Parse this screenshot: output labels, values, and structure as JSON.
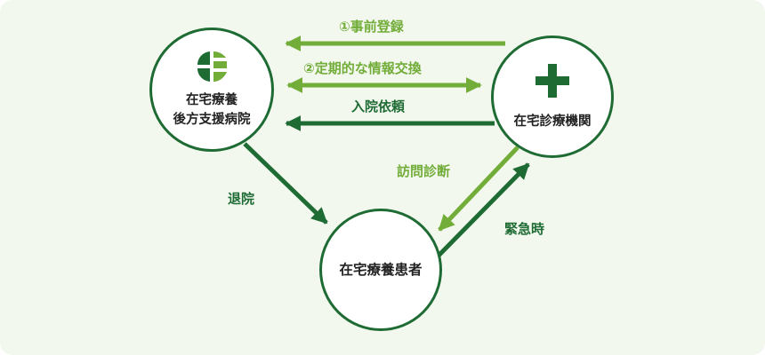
{
  "colors": {
    "dark_green": "#1e6b34",
    "light_green": "#72ad3a",
    "background": "#f3f8ee"
  },
  "nodes": {
    "left": {
      "line1": "在宅療養",
      "line2": "後方支援病院",
      "icon": "hospital-logo-icon"
    },
    "right": {
      "label": "在宅診療機関",
      "icon": "medical-cross-icon"
    },
    "bottom": {
      "label": "在宅療養患者"
    }
  },
  "arrows": {
    "pre_registration": "①事前登録",
    "info_exchange": "②定期的な情報交換",
    "admission_request": "入院依頼",
    "home_visit": "訪問診断",
    "discharge": "退院",
    "emergency": "緊急時"
  }
}
